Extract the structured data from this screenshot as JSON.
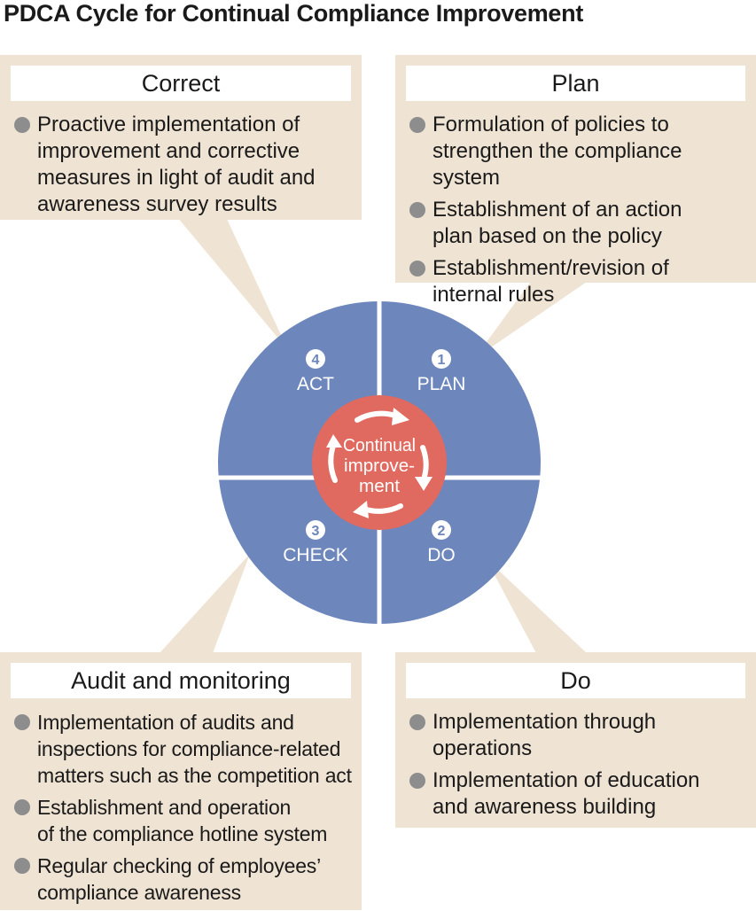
{
  "title": "PDCA Cycle for Continual Compliance Improvement",
  "colors": {
    "panel": "#efe3d3",
    "quadrant": "#6d86bc",
    "center": "#e06a5f",
    "bullet": "#8d8d8d"
  },
  "center": {
    "line1": "Continual",
    "line2": "improve-",
    "line3": "ment"
  },
  "quadrants": {
    "plan": {
      "number": "1",
      "label": "PLAN"
    },
    "do": {
      "number": "2",
      "label": "DO"
    },
    "check": {
      "number": "3",
      "label": "CHECK"
    },
    "act": {
      "number": "4",
      "label": "ACT"
    }
  },
  "panels": {
    "correct": {
      "heading": "Correct",
      "items": [
        "Proactive implementation of\nimprovement and corrective\nmeasures in light of audit and\nawareness survey results"
      ]
    },
    "plan": {
      "heading": "Plan",
      "items": [
        "Formulation of policies to\nstrengthen the compliance system",
        "Establishment of an action\nplan based on the policy",
        "Establishment/revision of\ninternal rules"
      ]
    },
    "audit": {
      "heading": "Audit and monitoring",
      "items": [
        "Implementation of audits and\ninspections for compliance-related\nmatters such as the competition act",
        "Establishment and operation\nof the compliance hotline system",
        "Regular checking of employees’\ncompliance awareness"
      ]
    },
    "do": {
      "heading": "Do",
      "items": [
        "Implementation through\noperations",
        "Implementation of education\nand awareness building"
      ]
    }
  }
}
